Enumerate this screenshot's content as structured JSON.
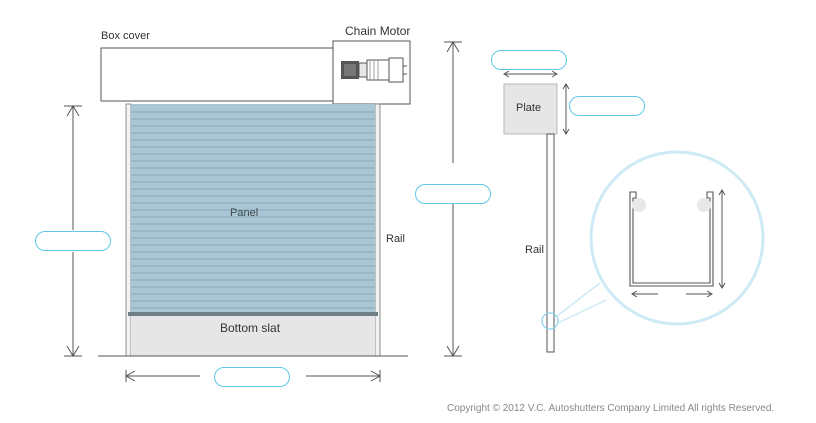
{
  "labels": {
    "box_cover": "Box cover",
    "chain_motor": "Chain Motor",
    "panel": "Panel",
    "rail": "Rail",
    "bottom_slat": "Bottom slat",
    "plate": "Plate",
    "rail_detail": "Rail"
  },
  "inputs": {
    "total_height": "",
    "panel_height": "",
    "door_width": "",
    "plate_width": "",
    "plate_height": ""
  },
  "footer": {
    "copyright": "Copyright © 2012 V.C. Autoshutters Company Limited All rights Reserved."
  },
  "colors": {
    "panel_fill": "#a9c6d5",
    "slat_line": "#7f9eae",
    "line": "#555555",
    "accent": "#5fc8e6",
    "plate_fill": "#e6e6e6",
    "bottom_slat_fill": "#e6e6e6"
  }
}
